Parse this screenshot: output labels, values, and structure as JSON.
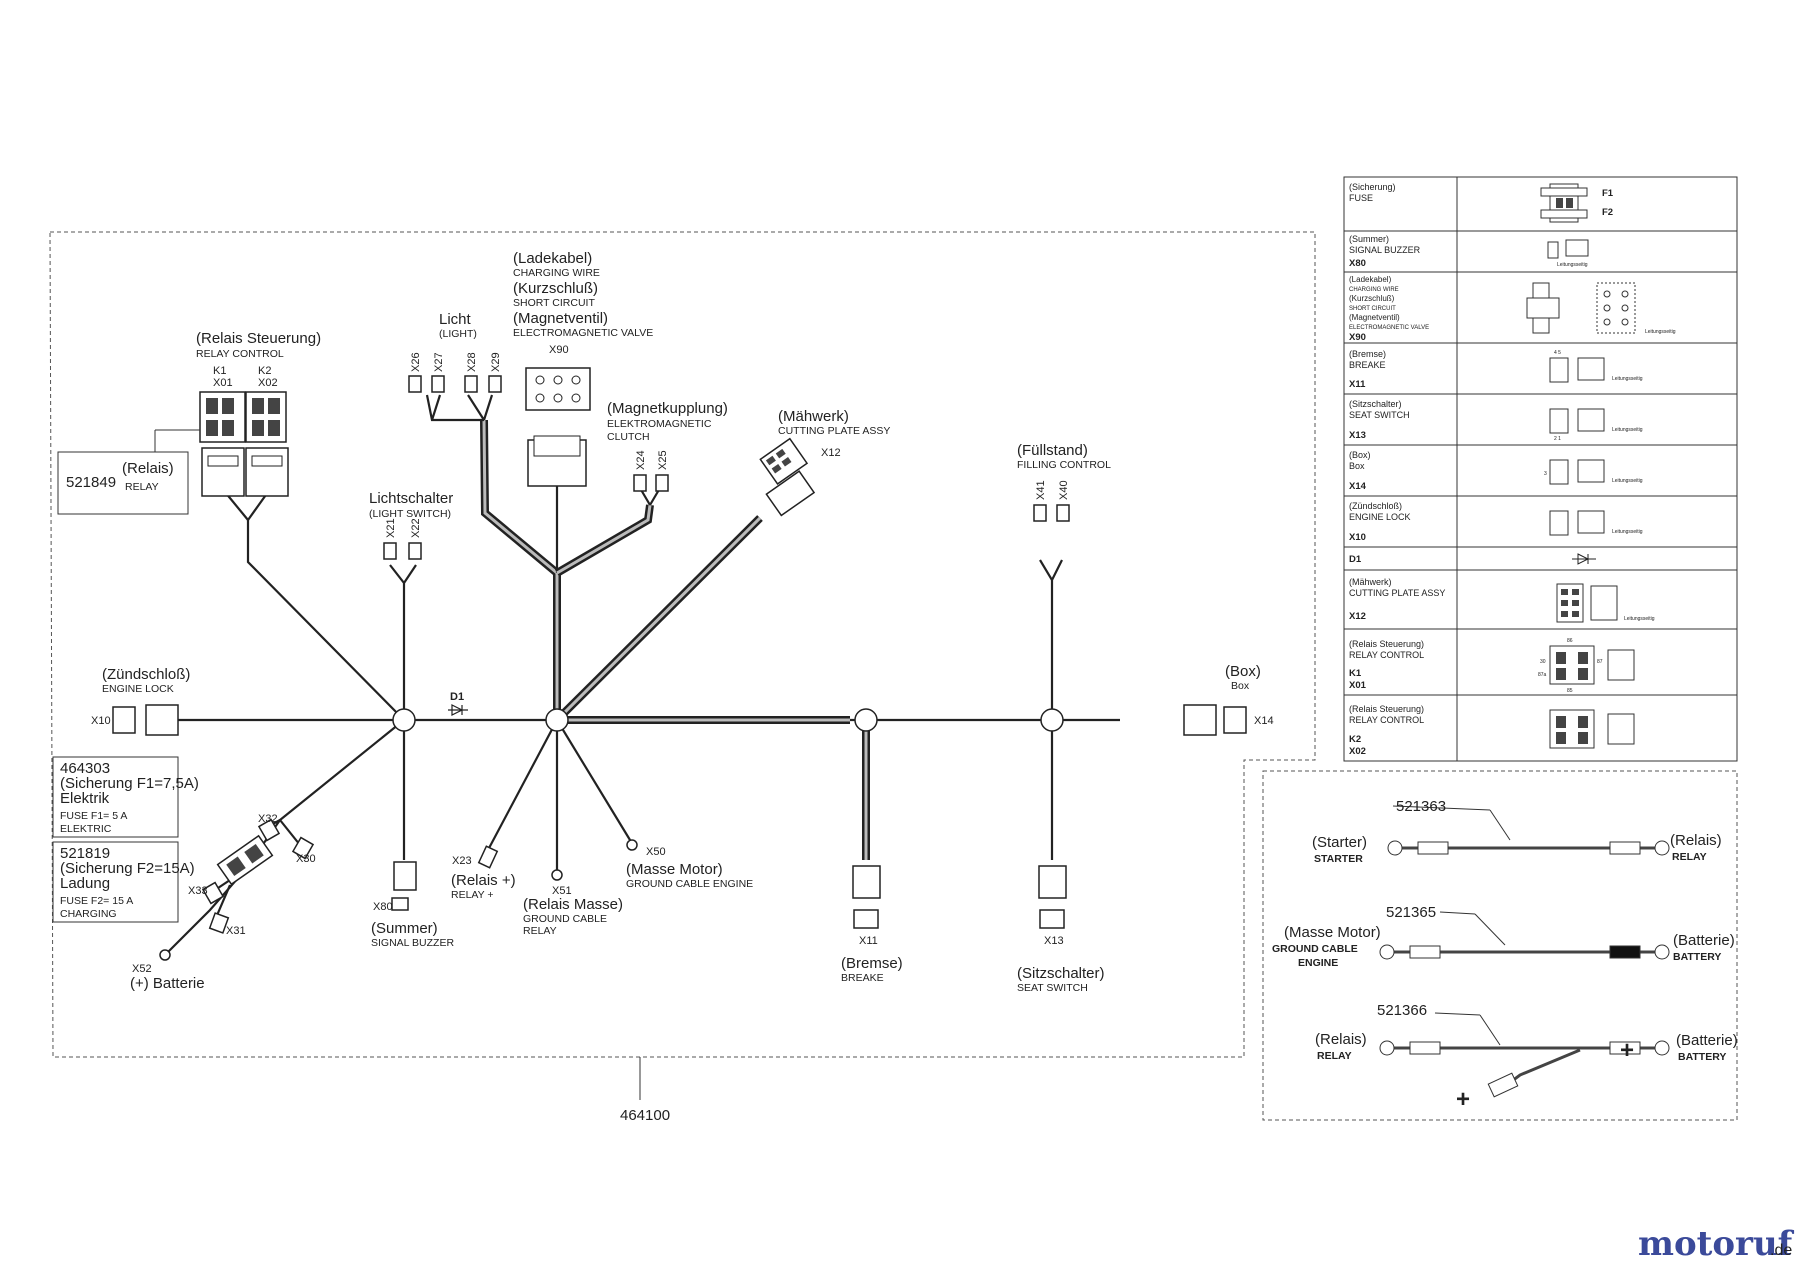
{
  "harness": {
    "part_number": "464100",
    "relay_control": {
      "de": "(Relais Steuerung)",
      "en": "RELAY CONTROL",
      "k1": "K1",
      "x01": "X01",
      "k2": "K2",
      "x02": "X02"
    },
    "relay": {
      "part": "521849",
      "de": "(Relais)",
      "en": "RELAY"
    },
    "light": {
      "de": "Licht",
      "en": "(LIGHT)",
      "x26": "X26",
      "x27": "X27",
      "x28": "X28",
      "x29": "X29"
    },
    "charging": {
      "de1": "(Ladekabel)",
      "en1": "CHARGING WIRE",
      "de2": "(Kurzschluß)",
      "en2": "SHORT CIRCUIT",
      "de3": "(Magnetventil)",
      "en3": "ELECTROMAGNETIC VALVE",
      "code": "X90"
    },
    "clutch": {
      "de": "(Magnetkupplung)",
      "en1": "ELEKTROMAGNETIC",
      "en2": "CLUTCH",
      "x24": "X24",
      "x25": "X25"
    },
    "cutting": {
      "de": "(Mähwerk)",
      "en": "CUTTING PLATE ASSY",
      "code": "X12"
    },
    "filling": {
      "de": "(Füllstand)",
      "en": "FILLING CONTROL",
      "x41": "X41",
      "x40": "X40"
    },
    "light_switch": {
      "de": "Lichtschalter",
      "en": "(LIGHT SWITCH)",
      "x21": "X21",
      "x22": "X22"
    },
    "engine_lock": {
      "de": "(Zündschloß)",
      "en": "ENGINE LOCK",
      "code": "X10"
    },
    "diode": {
      "code": "D1"
    },
    "box": {
      "de": "(Box)",
      "en": "Box",
      "code": "X14"
    },
    "fuse1": {
      "part": "464303",
      "de1": "(Sicherung F1=7,5A)",
      "de2": "Elektrik",
      "en1": "FUSE F1= 5 A",
      "en2": "ELEKTRIC"
    },
    "fuse2": {
      "part": "521819",
      "de1": "(Sicherung F2=15A)",
      "de2": "Ladung",
      "en1": "FUSE F2= 15 A",
      "en2": "CHARGING"
    },
    "fuse_codes": {
      "x32": "X32",
      "x30": "X30",
      "x33": "X33",
      "x31": "X31",
      "x52": "X52"
    },
    "battery_plus": "(+) Batterie",
    "buzzer": {
      "code": "X80",
      "de": "(Summer)",
      "en": "SIGNAL BUZZER"
    },
    "relay_plus": {
      "code": "X23",
      "de": "(Relais +)",
      "en": "RELAY +"
    },
    "relay_ground": {
      "code": "X51",
      "de": "(Relais Masse)",
      "en1": "GROUND CABLE",
      "en2": "RELAY"
    },
    "ground_engine": {
      "code": "X50",
      "de": "(Masse Motor)",
      "en": "GROUND CABLE ENGINE"
    },
    "brake": {
      "code": "X11",
      "de": "(Bremse)",
      "en": "BREAKE"
    },
    "seat": {
      "code": "X13",
      "de": "(Sitzschalter)",
      "en": "SEAT SWITCH"
    }
  },
  "cables": [
    {
      "part": "521363",
      "left_de": "(Starter)",
      "left_en": "STARTER",
      "right_de": "(Relais)",
      "right_en": "RELAY"
    },
    {
      "part": "521365",
      "left_de": "(Masse Motor)",
      "left_en1": "GROUND CABLE",
      "left_en2": "ENGINE",
      "right_de": "(Batterie)",
      "right_en": "BATTERY"
    },
    {
      "part": "521366",
      "left_de": "(Relais)",
      "left_en": "RELAY",
      "right_de": "(Batterie)",
      "right_en": "BATTERY",
      "plus1": "+",
      "plus2": "+"
    }
  ],
  "legend": [
    {
      "de": "(Sicherung)",
      "en": "FUSE",
      "code": "",
      "f1": "F1",
      "f2": "F2"
    },
    {
      "de": "(Summer)",
      "en": "SIGNAL BUZZER",
      "code": "X80",
      "note": "Leitungsseitig"
    },
    {
      "de1": "(Ladekabel)",
      "en1": "CHARGING WIRE",
      "de2": "(Kurzschluß)",
      "en2": "SHORT CIRCUIT",
      "de3": "(Magnetventil)",
      "en3": "ELECTROMAGNETIC VALVE",
      "code": "X90",
      "note": "Leitungsseitig"
    },
    {
      "de": "(Bremse)",
      "en": "BREAKE",
      "code": "X11",
      "note": "Leitungsseitig"
    },
    {
      "de": "(Sitzschalter)",
      "en": "SEAT SWITCH",
      "code": "X13",
      "note": "Leitungsseitig"
    },
    {
      "de": "(Box)",
      "en": "Box",
      "code": "X14",
      "note": "Leitungsseitig"
    },
    {
      "de": "(Zündschloß)",
      "en": "ENGINE LOCK",
      "code": "X10",
      "note": "Leitungsseitig"
    },
    {
      "de": "",
      "en": "",
      "code": "D1"
    },
    {
      "de": "(Mähwerk)",
      "en": "CUTTING PLATE ASSY",
      "code": "X12",
      "note": "Leitungsseitig"
    },
    {
      "de": "(Relais Steuerung)",
      "en": "RELAY CONTROL",
      "code": "K1",
      "code2": "X01"
    },
    {
      "de": "(Relais Steuerung)",
      "en": "RELAY CONTROL",
      "code": "K2",
      "code2": "X02"
    }
  ],
  "pins": {
    "p45": "4 5",
    "p21": "2 1",
    "p3": "3",
    "p86": "86",
    "p85": "85",
    "p30": "30",
    "p87": "87",
    "p87a": "87a"
  },
  "watermark": {
    "main": "motoruf",
    "tld": ".de"
  }
}
